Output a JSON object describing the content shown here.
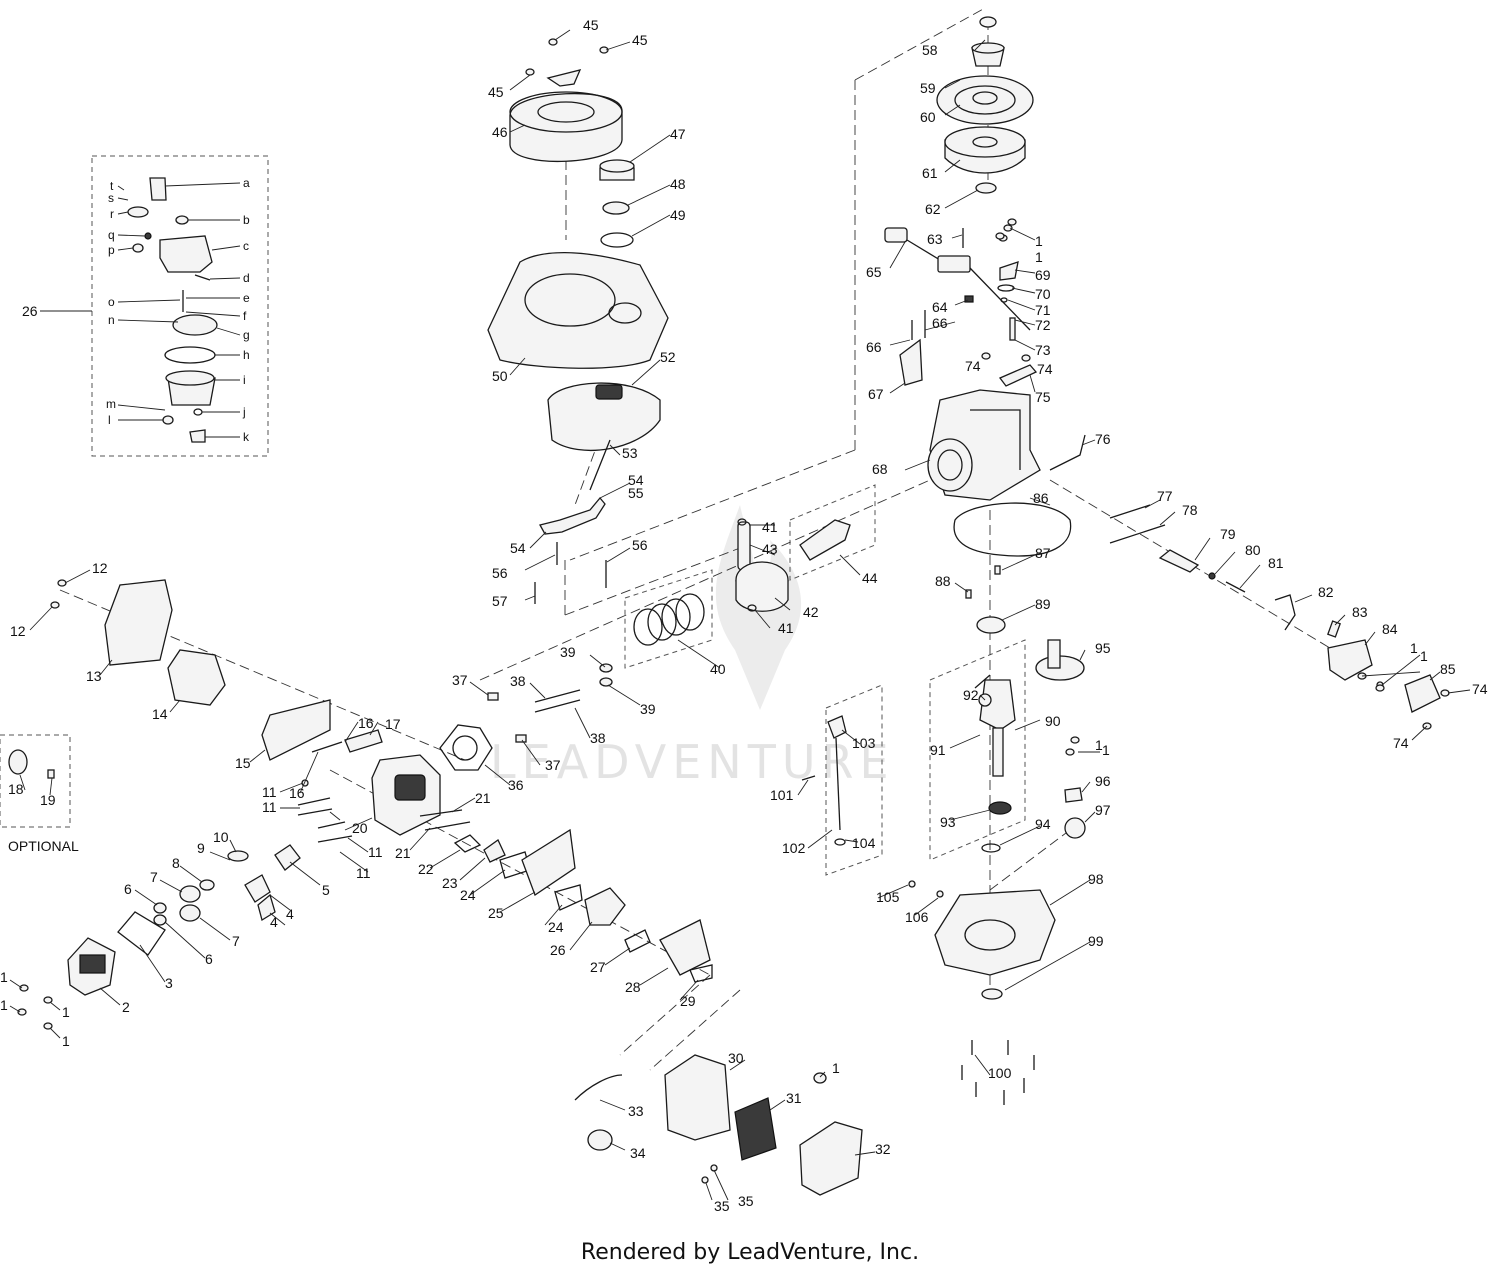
{
  "diagram": {
    "footer": "Rendered by LeadVenture, Inc.",
    "watermark": "LEADVENTURE",
    "optional_label": "OPTIONAL",
    "carburetor_callouts": [
      "a",
      "b",
      "c",
      "d",
      "e",
      "f",
      "g",
      "h",
      "i",
      "j",
      "k",
      "l",
      "m",
      "n",
      "o",
      "p",
      "q",
      "r",
      "s",
      "t"
    ],
    "part_callouts": [
      "1",
      "2",
      "3",
      "4",
      "5",
      "6",
      "7",
      "8",
      "9",
      "10",
      "11",
      "12",
      "13",
      "14",
      "15",
      "16",
      "17",
      "18",
      "19",
      "20",
      "21",
      "22",
      "23",
      "24",
      "25",
      "26",
      "27",
      "28",
      "29",
      "30",
      "31",
      "32",
      "33",
      "34",
      "35",
      "36",
      "37",
      "38",
      "39",
      "40",
      "41",
      "42",
      "43",
      "44",
      "45",
      "46",
      "47",
      "48",
      "49",
      "50",
      "52",
      "53",
      "54",
      "55",
      "56",
      "57",
      "58",
      "59",
      "60",
      "61",
      "62",
      "63",
      "64",
      "65",
      "66",
      "67",
      "68",
      "69",
      "70",
      "71",
      "72",
      "73",
      "74",
      "75",
      "76",
      "77",
      "78",
      "79",
      "80",
      "81",
      "82",
      "83",
      "84",
      "85",
      "86",
      "87",
      "88",
      "89",
      "90",
      "91",
      "92",
      "93",
      "94",
      "95",
      "96",
      "97",
      "98",
      "99",
      "100",
      "101",
      "102",
      "103",
      "104",
      "105",
      "106"
    ]
  }
}
